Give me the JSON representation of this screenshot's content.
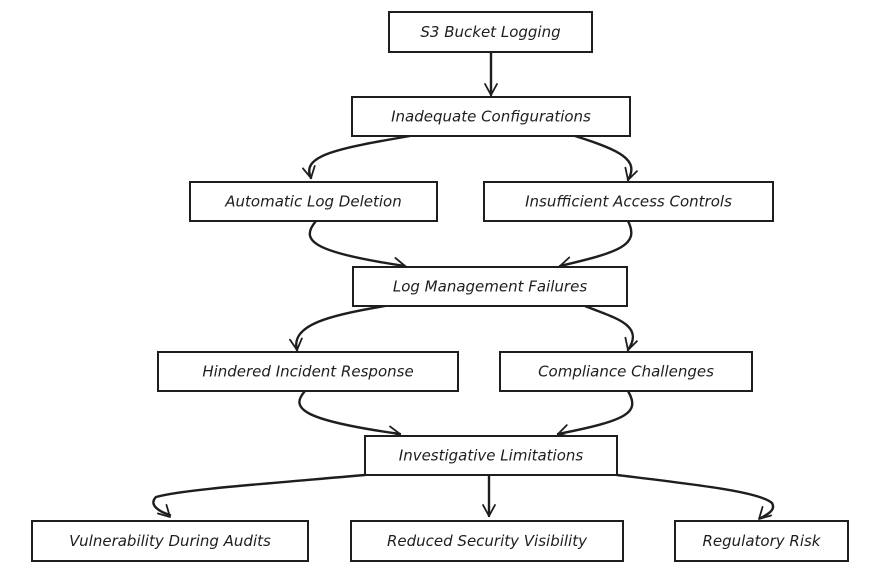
{
  "diagram": {
    "type": "flowchart",
    "style": "hand-drawn",
    "colors": {
      "stroke": "#1e1e1e",
      "fill": "#ffffff",
      "background": "#ffffff"
    },
    "nodes": [
      {
        "id": "s3",
        "label": "S3 Bucket Logging"
      },
      {
        "id": "inadequate",
        "label": "Inadequate Configurations"
      },
      {
        "id": "autodel",
        "label": "Automatic Log Deletion"
      },
      {
        "id": "access",
        "label": "Insufficient Access Controls"
      },
      {
        "id": "logmgmt",
        "label": "Log Management Failures"
      },
      {
        "id": "incident",
        "label": "Hindered Incident Response"
      },
      {
        "id": "compliance",
        "label": "Compliance Challenges"
      },
      {
        "id": "investig",
        "label": "Investigative Limitations"
      },
      {
        "id": "audits",
        "label": "Vulnerability During Audits"
      },
      {
        "id": "visibility",
        "label": "Reduced Security Visibility"
      },
      {
        "id": "regulatory",
        "label": "Regulatory Risk"
      }
    ],
    "edges": [
      {
        "from": "s3",
        "to": "inadequate"
      },
      {
        "from": "inadequate",
        "to": "autodel"
      },
      {
        "from": "inadequate",
        "to": "access"
      },
      {
        "from": "autodel",
        "to": "logmgmt"
      },
      {
        "from": "access",
        "to": "logmgmt"
      },
      {
        "from": "logmgmt",
        "to": "incident"
      },
      {
        "from": "logmgmt",
        "to": "compliance"
      },
      {
        "from": "incident",
        "to": "investig"
      },
      {
        "from": "compliance",
        "to": "investig"
      },
      {
        "from": "investig",
        "to": "audits"
      },
      {
        "from": "investig",
        "to": "visibility"
      },
      {
        "from": "investig",
        "to": "regulatory"
      }
    ]
  }
}
